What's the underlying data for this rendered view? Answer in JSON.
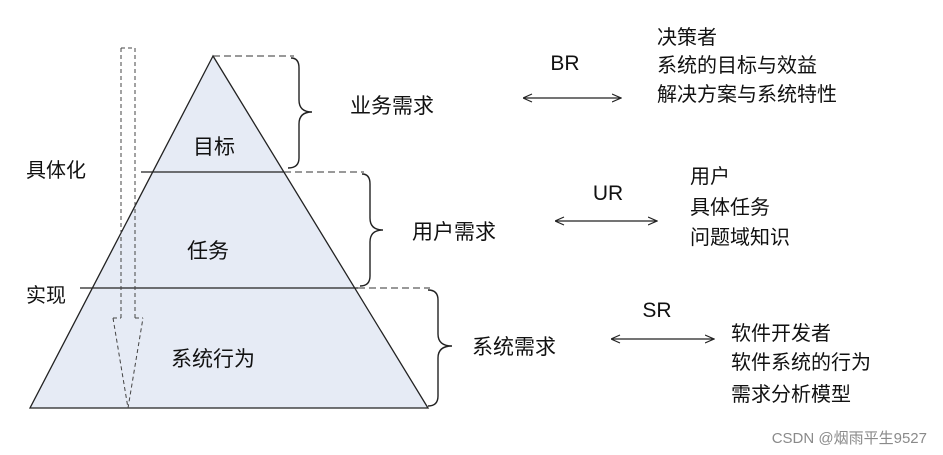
{
  "pyramid": {
    "levels": [
      {
        "label": "目标",
        "brace_label": "业务需求",
        "code": "BR",
        "details": [
          "决策者",
          "系统的目标与效益",
          "解决方案与系统特性"
        ]
      },
      {
        "label": "任务",
        "brace_label": "用户需求",
        "code": "UR",
        "details": [
          "用户",
          "具体任务",
          "问题域知识"
        ]
      },
      {
        "label": "系统行为",
        "brace_label": "系统需求",
        "code": "SR",
        "details": [
          "软件开发者",
          "软件系统的行为",
          "需求分析模型"
        ]
      }
    ],
    "side_labels": {
      "top": "具体化",
      "bottom": "实现"
    }
  },
  "colors": {
    "fill": "#e6ebf5",
    "stroke": "#222222"
  },
  "watermark": "CSDN @烟雨平生9527"
}
